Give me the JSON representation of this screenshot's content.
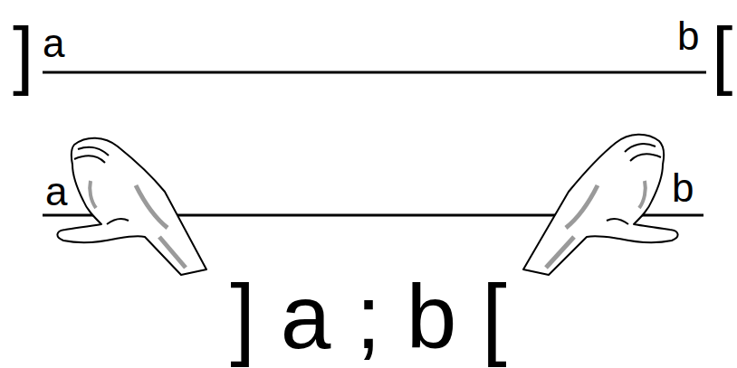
{
  "diagram": {
    "labels": [
      "]",
      "a",
      "b",
      "[",
      "a",
      "b",
      "] a ; b ["
    ]
  }
}
